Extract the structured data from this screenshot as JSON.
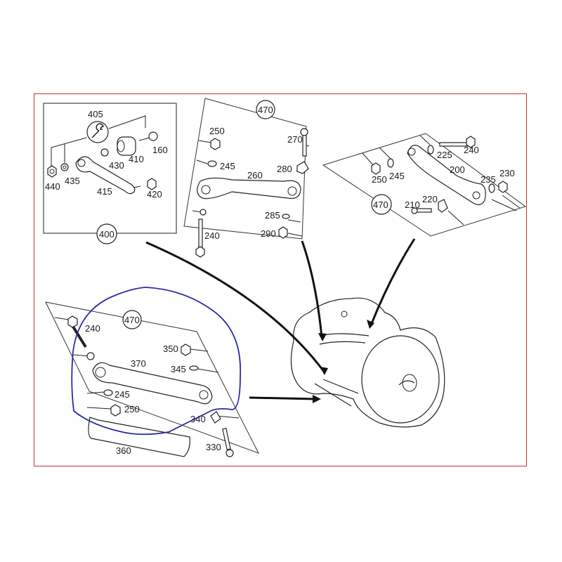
{
  "diagram": {
    "title": "Rear suspension control arms exploded view",
    "frame_color": "#d0283a",
    "annotation_color": "#2a2aa8",
    "panels": [
      {
        "id": "panel-400",
        "group": "400",
        "subgroup": "405",
        "parts": [
          "405",
          "160",
          "410",
          "430",
          "440",
          "435",
          "415",
          "420",
          "400"
        ]
      },
      {
        "id": "panel-470-top",
        "group": "470",
        "parts": [
          "470",
          "250",
          "270",
          "245",
          "280",
          "260",
          "285",
          "290",
          "240"
        ]
      },
      {
        "id": "panel-470-right",
        "group": "470",
        "parts": [
          "225",
          "240",
          "200",
          "250",
          "245",
          "235",
          "230",
          "470",
          "210",
          "220"
        ]
      },
      {
        "id": "panel-470-bottom",
        "group": "470",
        "parts": [
          "470",
          "240",
          "350",
          "370",
          "345",
          "245",
          "250",
          "340",
          "360",
          "330"
        ]
      }
    ],
    "labels": {
      "p1_405": "405",
      "p1_160": "160",
      "p1_410": "410",
      "p1_430": "430",
      "p1_440": "440",
      "p1_435": "435",
      "p1_415": "415",
      "p1_420": "420",
      "p1_400": "400",
      "p2_470": "470",
      "p2_250": "250",
      "p2_270": "270",
      "p2_245": "245",
      "p2_280": "280",
      "p2_260": "260",
      "p2_285": "285",
      "p2_290": "290",
      "p2_240": "240",
      "p3_225": "225",
      "p3_240": "240",
      "p3_200": "200",
      "p3_250": "250",
      "p3_245": "245",
      "p3_235": "235",
      "p3_230": "230",
      "p3_470": "470",
      "p3_210": "210",
      "p3_220": "220",
      "p4_470": "470",
      "p4_240": "240",
      "p4_350": "350",
      "p4_370": "370",
      "p4_345": "345",
      "p4_245": "245",
      "p4_250": "250",
      "p4_340": "340",
      "p4_360": "360",
      "p4_330": "330"
    }
  }
}
